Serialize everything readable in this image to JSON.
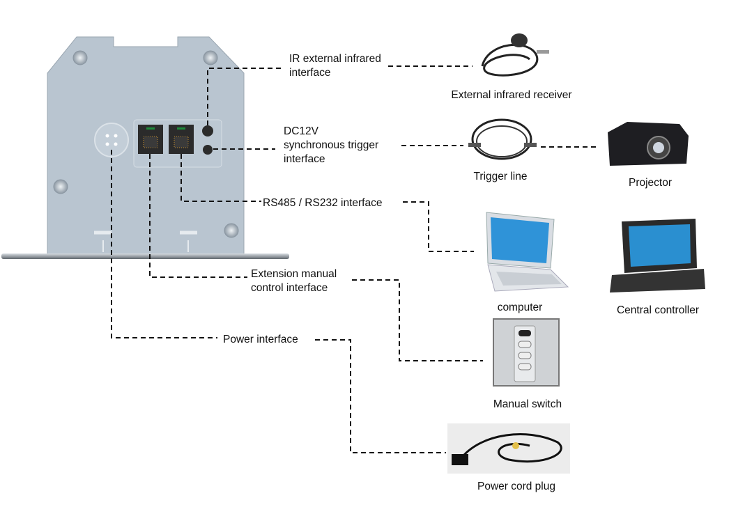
{
  "interfaces": {
    "ir": [
      "IR external infrared",
      "interface"
    ],
    "dc": [
      "DC12V",
      "synchronous trigger",
      "interface"
    ],
    "rs": "RS485 / RS232 interface",
    "ext": [
      "Extension manual",
      "control interface"
    ],
    "power": "Power interface"
  },
  "devices": {
    "ir_receiver": "External infrared receiver",
    "trigger_line": "Trigger line",
    "projector": "Projector",
    "computer": "computer",
    "central_controller": "Central controller",
    "manual_switch": "Manual switch",
    "power_cord": "Power cord plug"
  },
  "colors": {
    "device_body": "#b9c5d0",
    "jack": "#2b2b2b",
    "line": "#111111"
  }
}
